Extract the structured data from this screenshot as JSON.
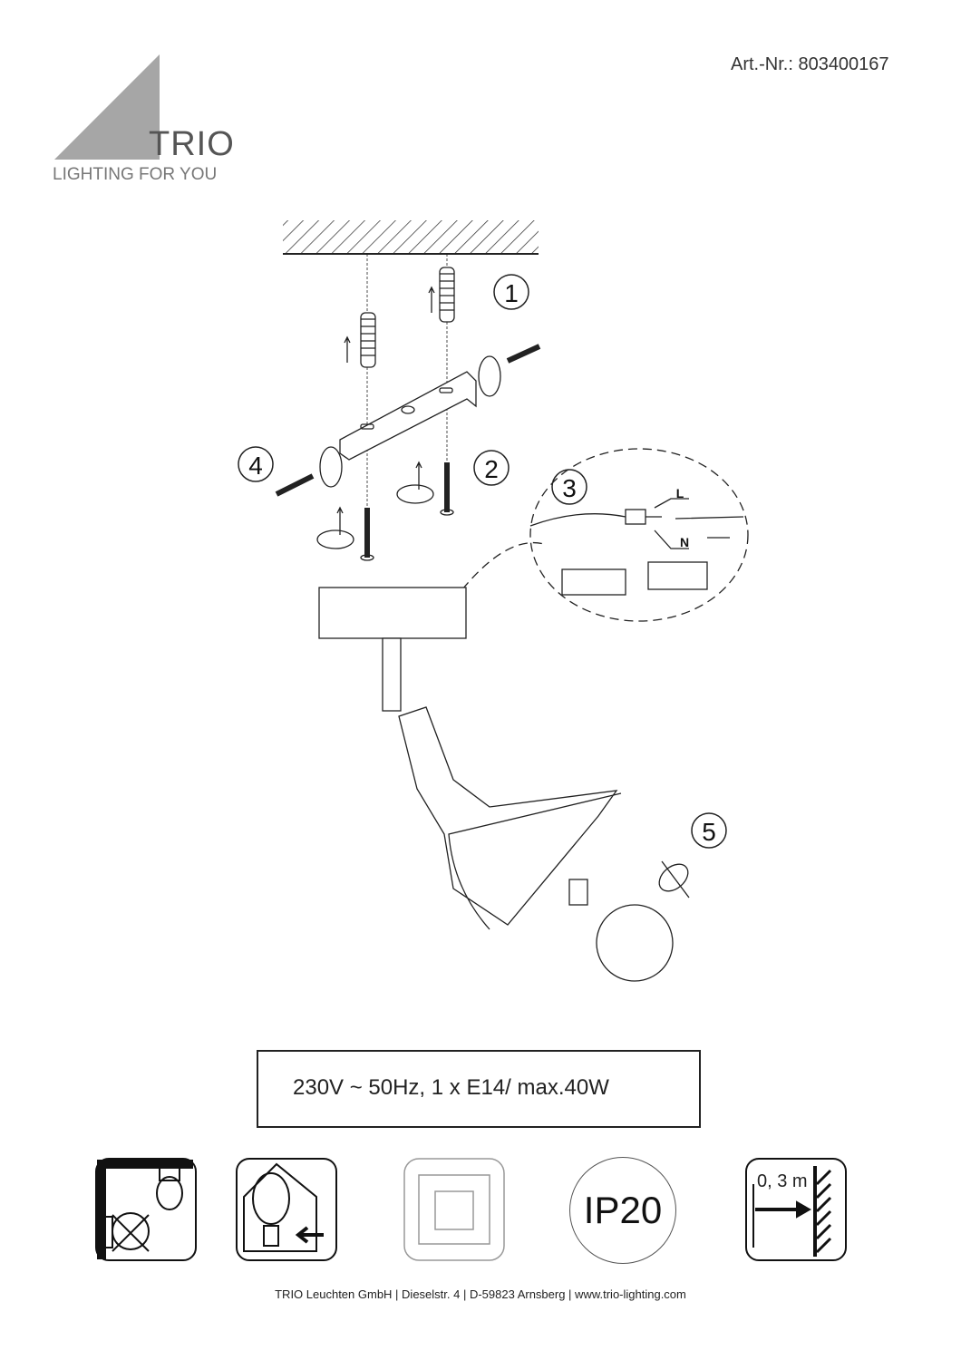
{
  "header": {
    "article_number": "Art.-Nr.:  803400167",
    "brand": "TRIO",
    "slogan": "LIGHTING FOR YOU"
  },
  "steps": [
    "1",
    "2",
    "3",
    "4",
    "5"
  ],
  "wiring": {
    "live_label": "L",
    "neutral_label": "N"
  },
  "spec": "230V ~ 50Hz, 1 x E14/ max.40W",
  "icons": [
    "not-for-mounting-on-flammable-surfaces-icon",
    "bulb-replaceable-icon",
    "protection-class-2-icon",
    "ip20-icon",
    "minimum-distance-icon"
  ],
  "icon_text": {
    "ip": "IP20",
    "distance": "0, 3 m"
  },
  "footer": "TRIO  Leuchten GmbH  |  Dieselstr. 4  |  D-59823 Arnsberg  |  www.trio-lighting.com"
}
